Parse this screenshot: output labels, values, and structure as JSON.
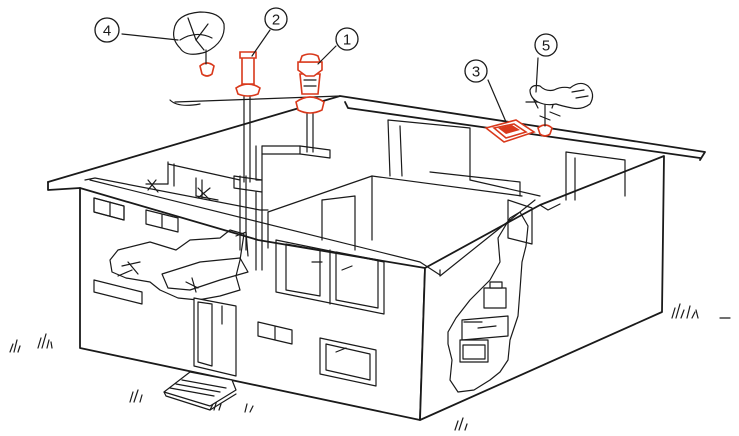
{
  "colors": {
    "accent": "#d9391c",
    "line": "#1a1a1a"
  },
  "callouts": [
    {
      "number": "1"
    },
    {
      "number": "2"
    },
    {
      "number": "3"
    },
    {
      "number": "4"
    },
    {
      "number": "5"
    }
  ]
}
